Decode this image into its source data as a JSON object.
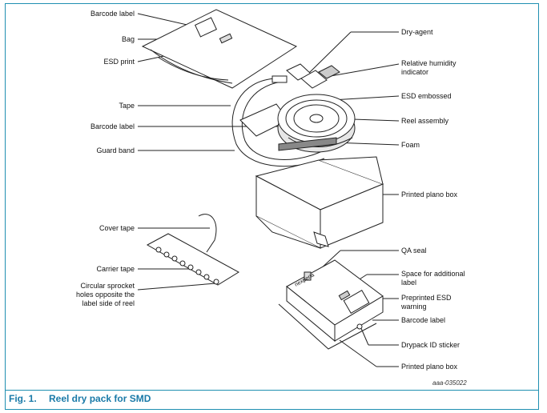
{
  "figure": {
    "number": "Fig. 1.",
    "title": "Reel dry pack for SMD",
    "id_code": "aaa-035022"
  },
  "labels_left": {
    "barcode_label_bag": "Barcode label",
    "bag": "Bag",
    "esd_print": "ESD print",
    "tape": "Tape",
    "barcode_label_reel": "Barcode label",
    "guard_band": "Guard band",
    "cover_tape": "Cover tape",
    "carrier_tape": "Carrier tape",
    "sprocket_holes": "Circular sprocket holes opposite the label side of reel"
  },
  "labels_right": {
    "dry_agent": "Dry-agent",
    "humidity_indicator": "Relative humidity indicator",
    "esd_embossed": "ESD embossed",
    "reel_assembly": "Reel assembly",
    "foam": "Foam",
    "printed_plano_box_top": "Printed plano box",
    "qa_seal": "QA seal",
    "space_additional_label": "Space for additional label",
    "preprinted_esd": "Preprinted ESD warning",
    "barcode_label_box": "Barcode label",
    "drypack_id": "Drypack ID sticker",
    "printed_plano_box_bottom": "Printed plano box"
  },
  "box_print": "nexperia",
  "colors": {
    "accent": "#1f8fb1",
    "caption": "#1a7aa8",
    "line": "#222222"
  }
}
